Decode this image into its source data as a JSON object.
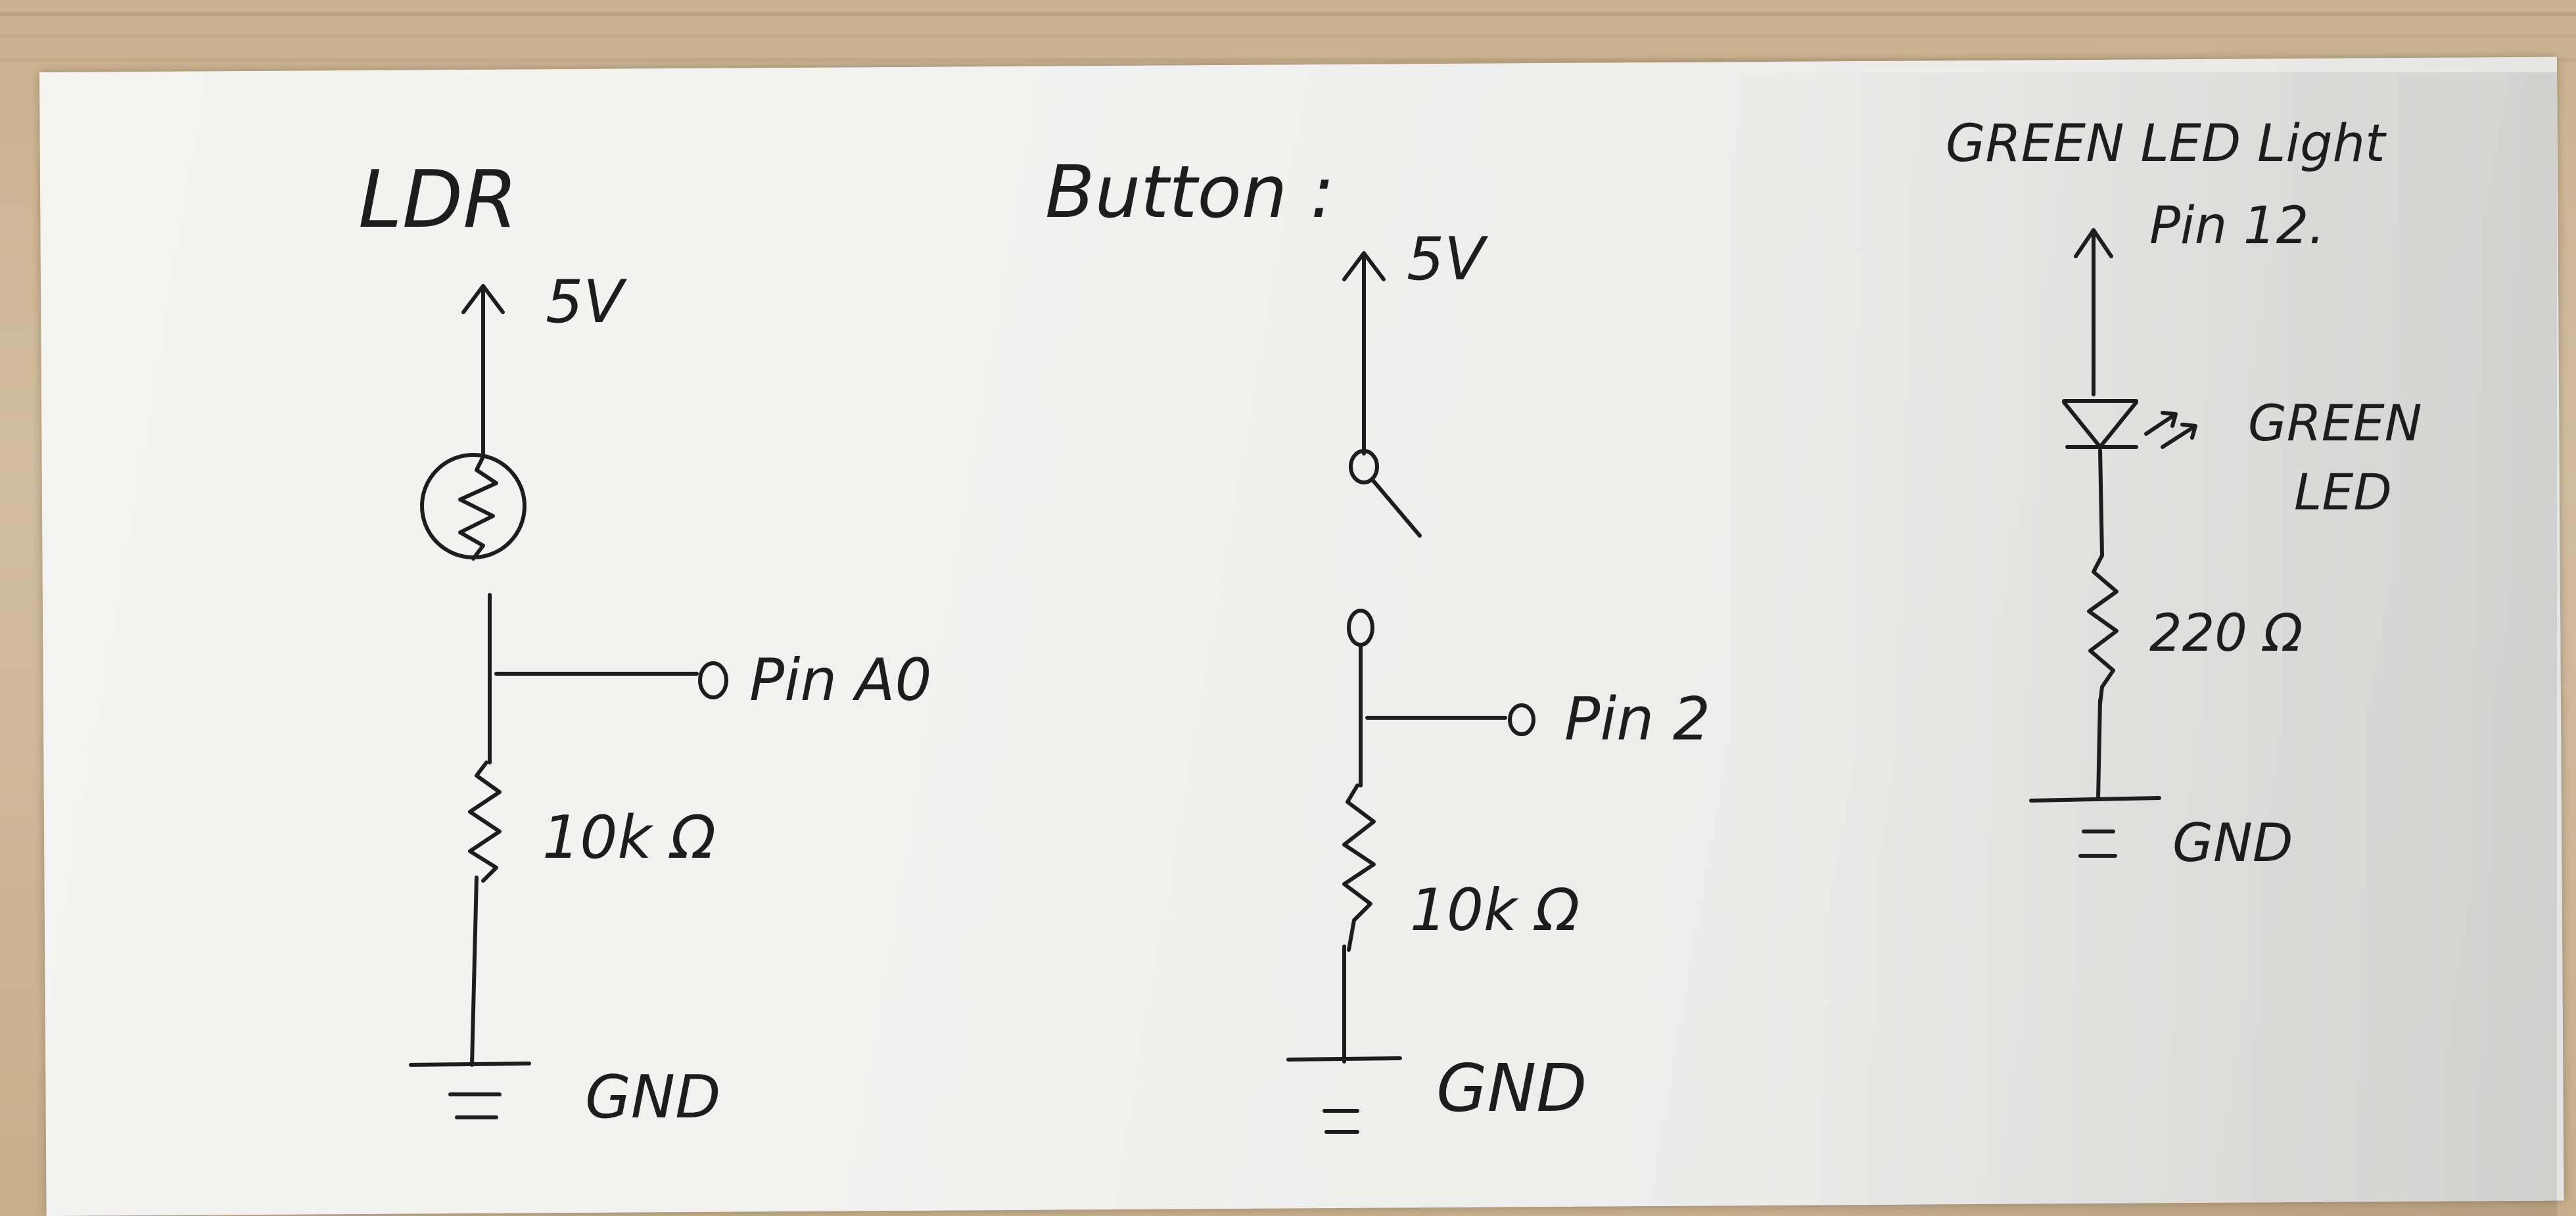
{
  "ldr_circuit": {
    "title": "LDR",
    "supply_label": "5V",
    "pin_label": "Pin A0",
    "resistor_label": "10k Ω",
    "ground_label": "GND"
  },
  "button_circuit": {
    "title": "Button :",
    "supply_label": "5V",
    "pin_label": "Pin 2",
    "resistor_label": "10k Ω",
    "ground_label": "GND"
  },
  "led_circuit": {
    "title": "GREEN LED Light",
    "supply_label": "Pin 12.",
    "led_label_line1": "GREEN",
    "led_label_line2": "LED",
    "resistor_label": "220 Ω",
    "ground_label": "GND"
  },
  "colors": {
    "ink": "#1d1d1f",
    "paper": "#f1f1f0",
    "table": "#cdb89a"
  }
}
